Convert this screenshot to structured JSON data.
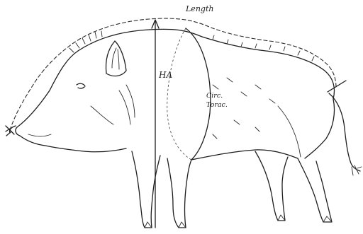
{
  "labels": {
    "length": "Length",
    "height": "HA",
    "girth_line1": "Circ.",
    "girth_line2": "Torac."
  },
  "colors": {
    "ink": "#1e1e1e",
    "background": "#ffffff"
  }
}
